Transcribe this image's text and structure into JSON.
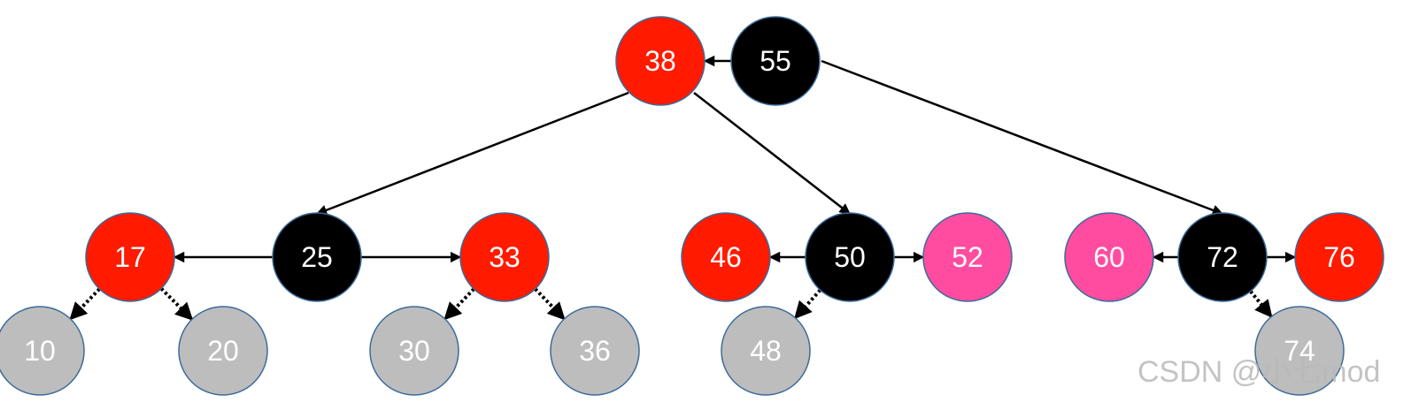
{
  "colors": {
    "black": "#000000",
    "red": "#ff1a00",
    "pink": "#ff4ca0",
    "gray": "#bdbdbd",
    "outline": "#3c6b9b",
    "edge": "#000000"
  },
  "nodes": [
    {
      "id": "n38",
      "label": "38",
      "color": "red"
    },
    {
      "id": "n55",
      "label": "55",
      "color": "black"
    },
    {
      "id": "n17",
      "label": "17",
      "color": "red"
    },
    {
      "id": "n25",
      "label": "25",
      "color": "black"
    },
    {
      "id": "n33",
      "label": "33",
      "color": "red"
    },
    {
      "id": "n46",
      "label": "46",
      "color": "red"
    },
    {
      "id": "n50",
      "label": "50",
      "color": "black"
    },
    {
      "id": "n52",
      "label": "52",
      "color": "pink"
    },
    {
      "id": "n60",
      "label": "60",
      "color": "pink"
    },
    {
      "id": "n72",
      "label": "72",
      "color": "black"
    },
    {
      "id": "n76",
      "label": "76",
      "color": "red"
    },
    {
      "id": "n10",
      "label": "10",
      "color": "gray"
    },
    {
      "id": "n20",
      "label": "20",
      "color": "gray"
    },
    {
      "id": "n30",
      "label": "30",
      "color": "gray"
    },
    {
      "id": "n36",
      "label": "36",
      "color": "gray"
    },
    {
      "id": "n48",
      "label": "48",
      "color": "gray"
    },
    {
      "id": "n74",
      "label": "74",
      "color": "gray"
    }
  ],
  "edges": [
    {
      "from": "n55",
      "to": "n38",
      "style": "solid"
    },
    {
      "from": "n38",
      "to": "n25",
      "style": "solid"
    },
    {
      "from": "n38",
      "to": "n50",
      "style": "solid"
    },
    {
      "from": "n55",
      "to": "n72",
      "style": "solid"
    },
    {
      "from": "n25",
      "to": "n17",
      "style": "solid"
    },
    {
      "from": "n25",
      "to": "n33",
      "style": "solid"
    },
    {
      "from": "n50",
      "to": "n46",
      "style": "solid"
    },
    {
      "from": "n50",
      "to": "n52",
      "style": "solid"
    },
    {
      "from": "n72",
      "to": "n60",
      "style": "solid"
    },
    {
      "from": "n72",
      "to": "n76",
      "style": "solid"
    },
    {
      "from": "n17",
      "to": "n10",
      "style": "dotted"
    },
    {
      "from": "n17",
      "to": "n20",
      "style": "dotted"
    },
    {
      "from": "n33",
      "to": "n30",
      "style": "dotted"
    },
    {
      "from": "n33",
      "to": "n36",
      "style": "dotted"
    },
    {
      "from": "n50",
      "to": "n48",
      "style": "dotted"
    },
    {
      "from": "n72",
      "to": "n74",
      "style": "dotted"
    }
  ],
  "watermark": "CSDN @小七mod"
}
